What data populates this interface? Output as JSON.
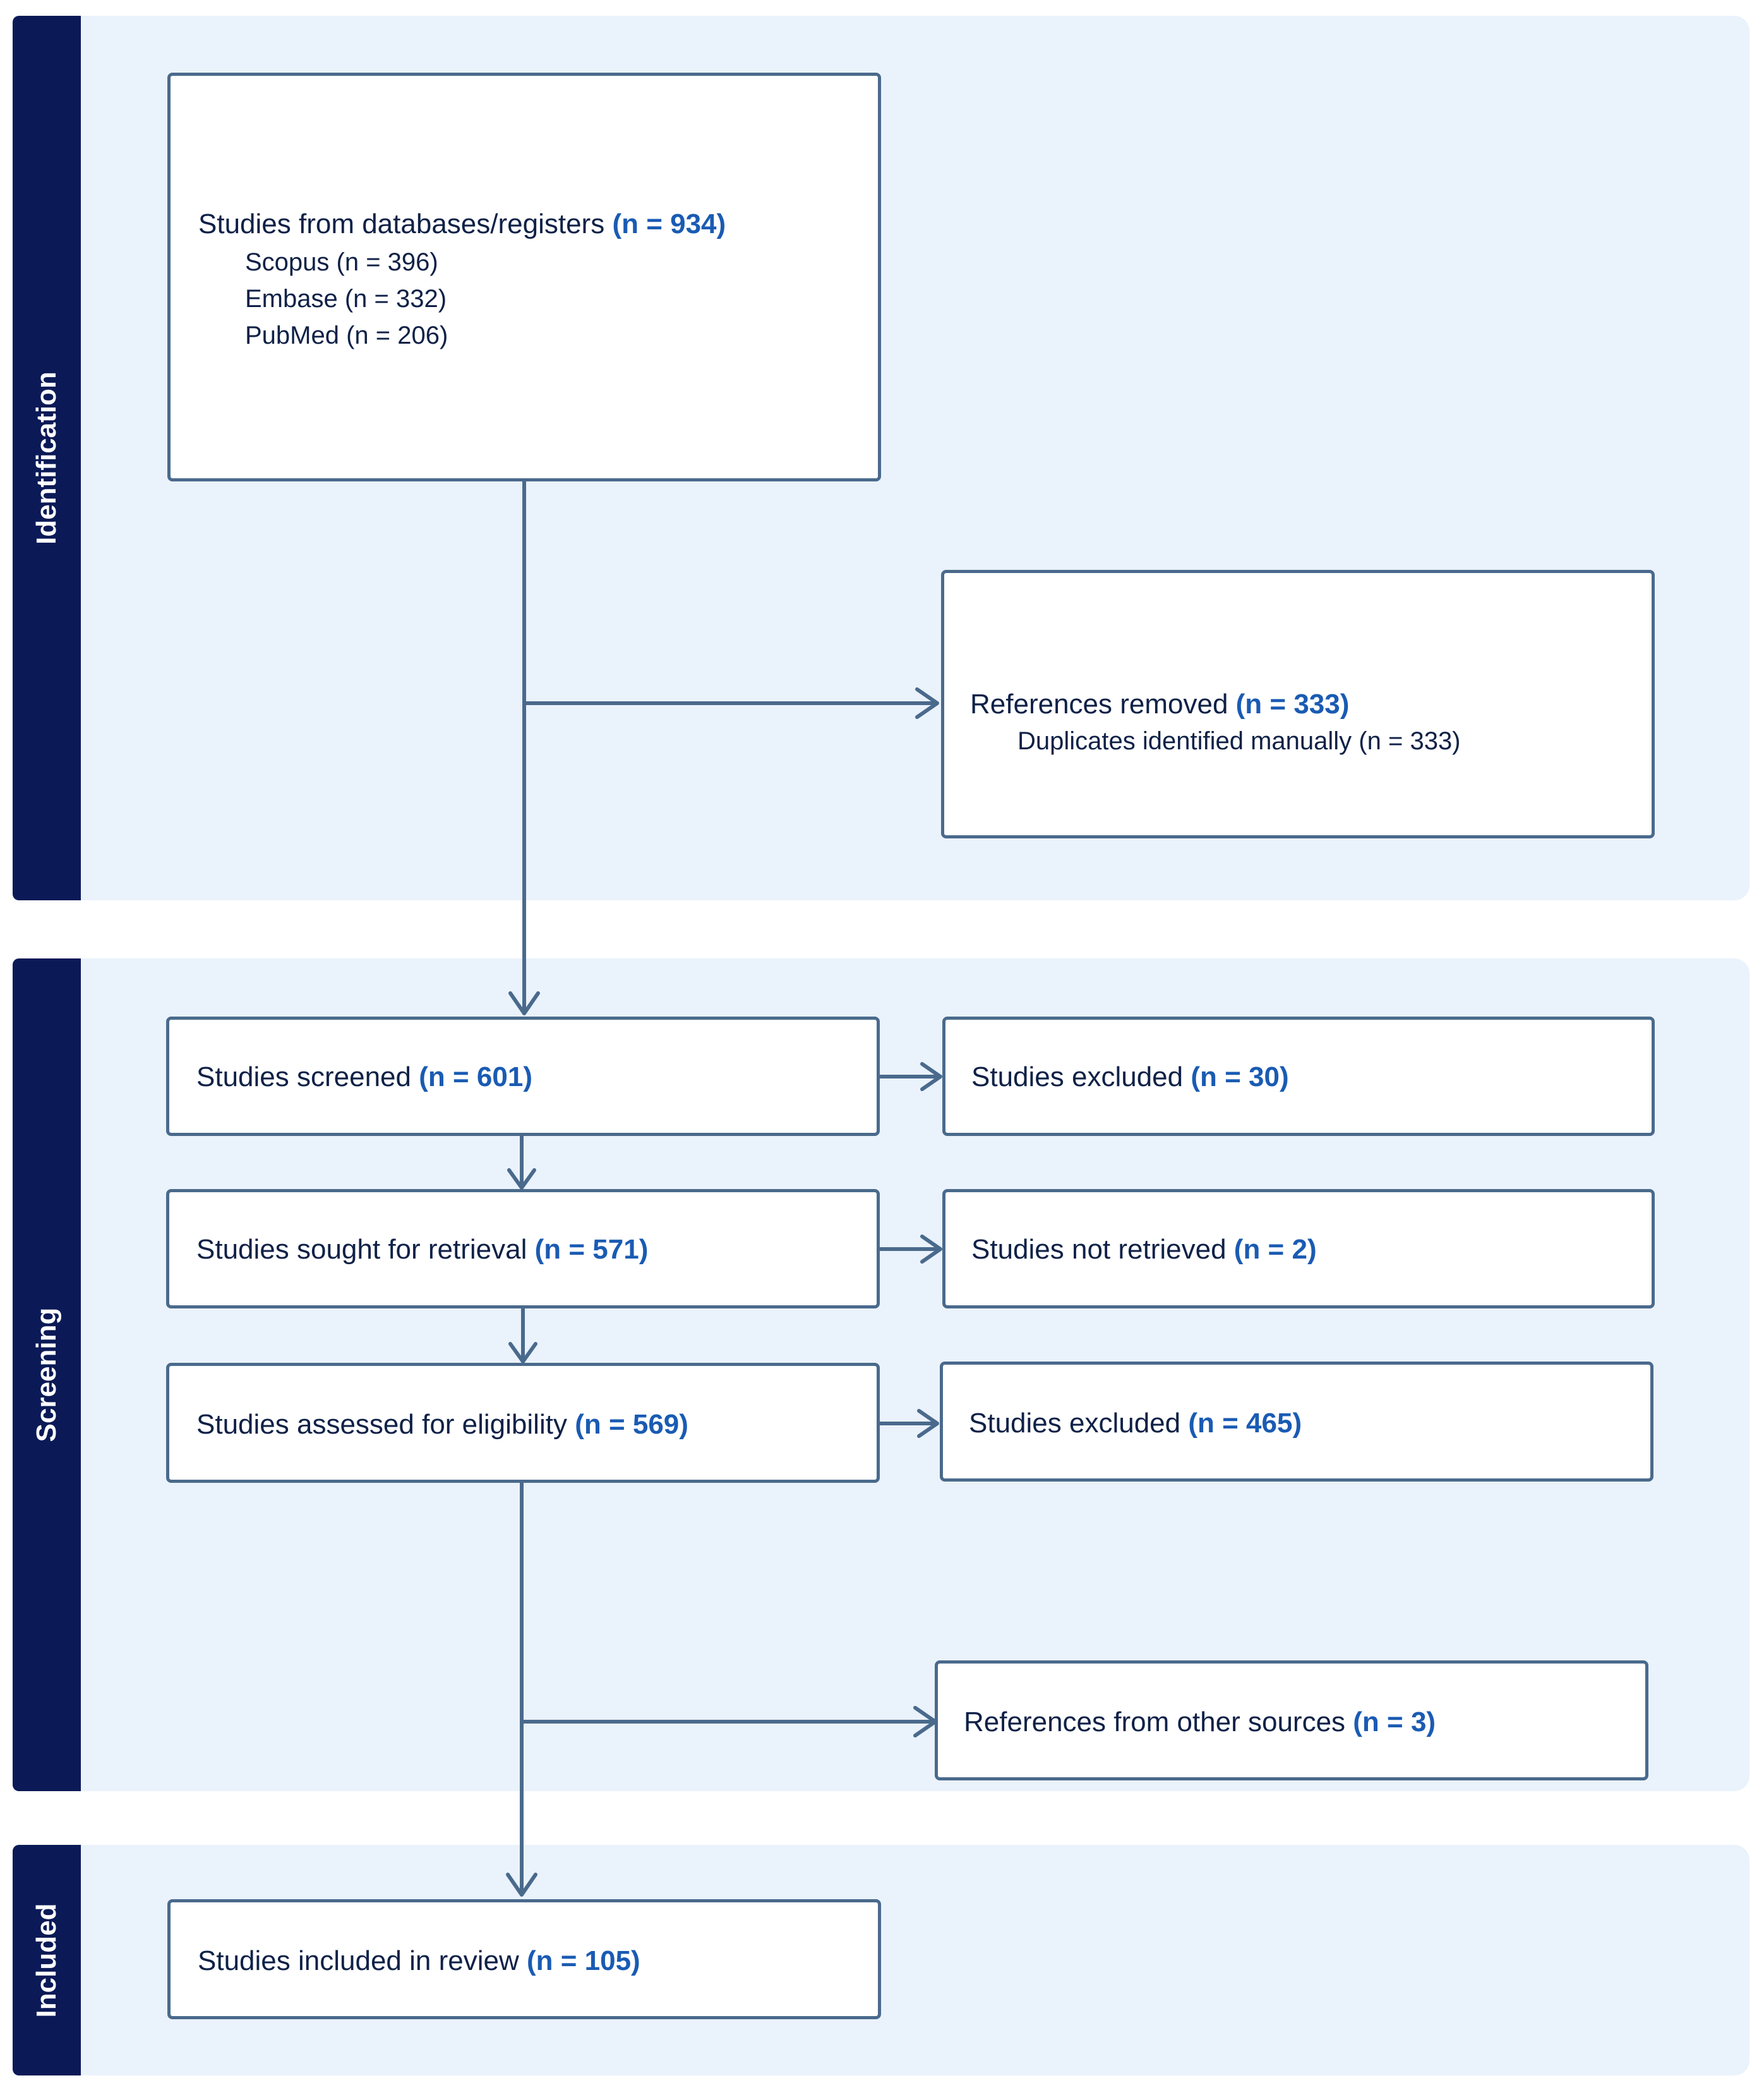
{
  "stages": {
    "identification": "Identification",
    "screening": "Screening",
    "included": "Included"
  },
  "boxes": {
    "databases": {
      "label": "Studies from databases/registers",
      "count": "(n = 934)",
      "sources": [
        "Scopus (n = 396)",
        "Embase (n = 332)",
        "PubMed (n = 206)"
      ]
    },
    "removed": {
      "label": "References removed",
      "count": "(n = 333)",
      "detail": "Duplicates identified manually (n = 333)"
    },
    "screened": {
      "label": "Studies screened",
      "count": "(n = 601)"
    },
    "excluded_screen": {
      "label": "Studies excluded",
      "count": "(n = 30)"
    },
    "retrieval": {
      "label": "Studies sought for retrieval",
      "count": "(n = 571)"
    },
    "not_retrieved": {
      "label": "Studies not retrieved",
      "count": "(n = 2)"
    },
    "eligibility": {
      "label": "Studies assessed for eligibility",
      "count": "(n = 569)"
    },
    "excluded_elig": {
      "label": "Studies excluded",
      "count": "(n = 465)"
    },
    "other_sources": {
      "label": "References from other sources",
      "count": "(n = 3)"
    },
    "included": {
      "label": "Studies included in review",
      "count": "(n = 105)"
    }
  },
  "colors": {
    "band": "#eaf2fc",
    "stage_label": "#0b1a57",
    "box_border": "#4a6a8c",
    "count_text": "#1a5bb3"
  }
}
